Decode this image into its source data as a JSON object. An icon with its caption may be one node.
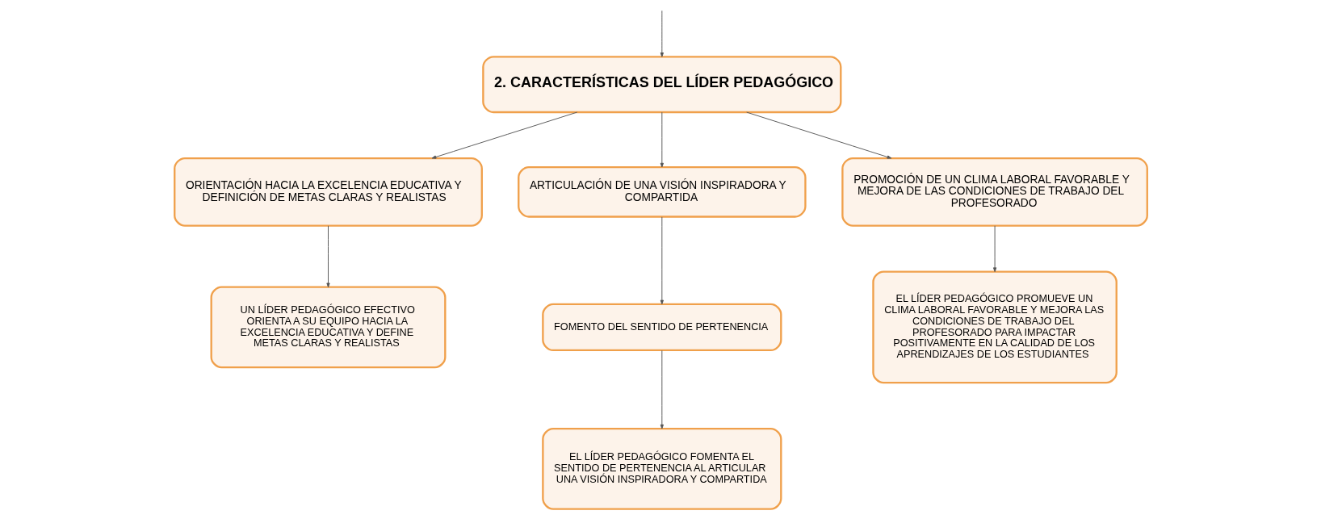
{
  "diagram": {
    "nodes": [
      {
        "text": [
          "2. CARACTERÍSTICAS DEL LÍDER PEDAGÓGICO"
        ]
      },
      {
        "text": [
          "ORIENTACIÓN HACIA LA EXCELENCIA EDUCATIVA Y DEFINICIÓN DE METAS CLARAS Y REALISTAS"
        ]
      },
      {
        "text": [
          "ARTICULACIÓN DE UNA VISIÓN INSPIRADORA Y COMPARTIDA"
        ]
      },
      {
        "text": [
          "PROMOCIÓN DE UN CLIMA LABORAL FAVORABLE Y MEJORA DE LAS CONDICIONES DE TRABAJO DEL PROFESORADO"
        ]
      },
      {
        "text": [
          "UN LÍDER PEDAGÓGICO EFECTIVO ORIENTA A SU EQUIPO HACIA LA EXCELENCIA EDUCATIVA Y DEFINE METAS CLARAS Y REALISTAS"
        ]
      },
      {
        "text": [
          "FOMENTO DEL SENTIDO DE PERTENENCIA"
        ]
      },
      {
        "text": [
          "EL LÍDER PEDAGÓGICO FOMENTA EL SENTIDO DE PERTENENCIA AL ARTICULAR UNA VISIÓN INSPIRADORA Y COMPARTIDA"
        ]
      },
      {
        "text": [
          "EL LÍDER PEDAGÓGICO PROMUEVE UN CLIMA LABORAL FAVORABLE Y MEJORA LAS CONDICIONES DE TRABAJO DEL PROFESORADO PARA IMPACTAR POSITIVAMENTE EN LA CALIDAD DE LOS APRENDIZAJES DE LOS ESTUDIANTES"
        ]
      }
    ],
    "edges": [
      {
        "from": null,
        "to": 0,
        "arrow": "to"
      },
      {
        "from": 0,
        "to": 1,
        "arrow": "to"
      },
      {
        "from": 0,
        "to": 2,
        "arrow": "to"
      },
      {
        "from": 0,
        "to": 3,
        "arrow": "to"
      },
      {
        "from": 1,
        "to": 4,
        "arrow": "to"
      },
      {
        "from": 2,
        "to": 5,
        "arrow": "to"
      },
      {
        "from": 5,
        "to": 6,
        "arrow": "to"
      },
      {
        "from": 3,
        "to": 7,
        "arrow": "to"
      }
    ]
  }
}
